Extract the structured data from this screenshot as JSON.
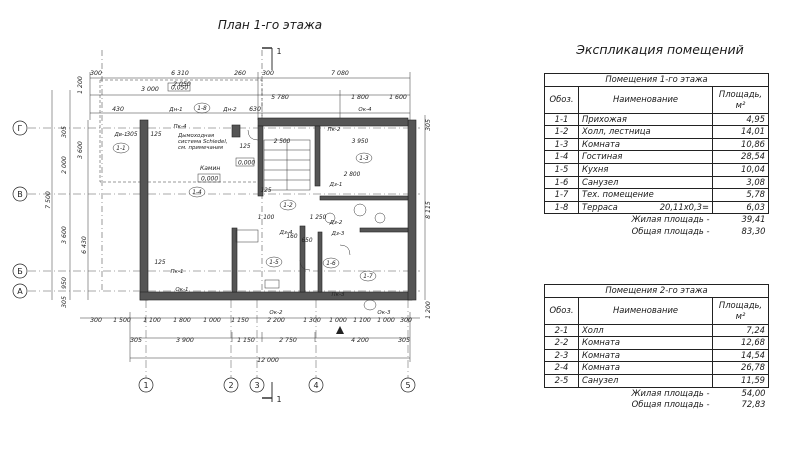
{
  "plan": {
    "title": "План 1-го этажа",
    "section_mark": "1",
    "axes": [
      "1",
      "2",
      "3",
      "4",
      "5",
      "А",
      "Б",
      "В",
      "Г"
    ],
    "top_dims": [
      "6 310",
      "260",
      "7 080",
      "3 000",
      "2 050",
      "5 780",
      "1 800",
      "1 600",
      "300",
      "300",
      "430",
      "630"
    ],
    "bottom_dims": [
      "300",
      "1 500",
      "1 100",
      "1 800",
      "1 000",
      "1 150",
      "2 200",
      "1 300",
      "1 000",
      "1 100",
      "1 000",
      "300",
      "305",
      "3 900",
      "1 150",
      "2 750",
      "4 200",
      "305",
      "12 000"
    ],
    "left_dims": [
      "1 200",
      "3 600",
      "7 500",
      "3 600",
      "6 430",
      "2 000",
      "305",
      "950",
      "305"
    ],
    "right_dims": [
      "8 115",
      "305",
      "1 200"
    ],
    "inner_dims": [
      "2 500",
      "3 950",
      "125",
      "125",
      "2 800",
      "1 100",
      "1 250",
      "160",
      "650",
      "125",
      "305",
      "125"
    ],
    "levels": [
      "0,050",
      "0,000",
      "0,000"
    ],
    "notes": [
      "Дымоходная система Schiedel, см. примечания",
      "Камин"
    ],
    "tags": [
      "Пк-1",
      "Пк-2",
      "Пк-3",
      "Пк-4",
      "Ок-1",
      "Ок-2",
      "Ок-3",
      "Ок-4",
      "Дн-1",
      "Дн-2",
      "Дз-1",
      "Дз-2",
      "Дз-3",
      "Дз-4",
      "Дв-1"
    ],
    "rooms": [
      "1-1",
      "1-2",
      "1-3",
      "1-4",
      "1-5",
      "1-6",
      "1-7",
      "1-8"
    ]
  },
  "explication": {
    "title": "Экспликация помещений",
    "col_code": "Обоз.",
    "col_name": "Наименование",
    "col_area": "Площадь, м²",
    "floor1": {
      "caption": "Помещения 1-го этажа",
      "rows": [
        {
          "code": "1-1",
          "name": "Прихожая",
          "area": "4,95"
        },
        {
          "code": "1-2",
          "name": "Холл, лестница",
          "area": "14,01"
        },
        {
          "code": "1-3",
          "name": "Комната",
          "area": "10,86"
        },
        {
          "code": "1-4",
          "name": "Гостиная",
          "area": "28,54"
        },
        {
          "code": "1-5",
          "name": "Кухня",
          "area": "10,04"
        },
        {
          "code": "1-6",
          "name": "Санузел",
          "area": "3,08"
        },
        {
          "code": "1-7",
          "name": "Тех. помещение",
          "area": "5,78"
        },
        {
          "code": "1-8",
          "name": "Терраса",
          "formula": "20,11x0,3=",
          "area": "6,03"
        }
      ],
      "living_label": "Жилая площадь -",
      "living_value": "39,41",
      "total_label": "Общая площадь -",
      "total_value": "83,30"
    },
    "floor2": {
      "caption": "Помещения 2-го этажа",
      "rows": [
        {
          "code": "2-1",
          "name": "Холл",
          "area": "7,24"
        },
        {
          "code": "2-2",
          "name": "Комната",
          "area": "12,68"
        },
        {
          "code": "2-3",
          "name": "Комната",
          "area": "14,54"
        },
        {
          "code": "2-4",
          "name": "Комната",
          "area": "26,78"
        },
        {
          "code": "2-5",
          "name": "Санузел",
          "area": "11,59"
        }
      ],
      "living_label": "Жилая площадь -",
      "living_value": "54,00",
      "total_label": "Общая площадь -",
      "total_value": "72,83"
    }
  }
}
